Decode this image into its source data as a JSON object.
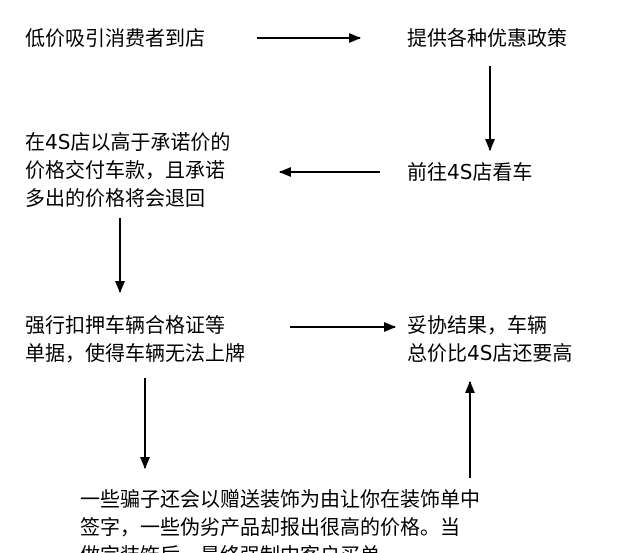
{
  "diagram": {
    "nodes": {
      "attract": {
        "lines": [
          "低价吸引消费者到店"
        ]
      },
      "offers": {
        "lines": [
          "提供各种优惠政策"
        ]
      },
      "visit": {
        "lines": [
          "前往4S店看车"
        ]
      },
      "overpay": {
        "lines": [
          "在4S店以高于承诺价的",
          "价格交付车款，且承诺",
          "多出的价格将会退回"
        ]
      },
      "detain": {
        "lines": [
          "强行扣押车辆合格证等",
          "单据，使得车辆无法上牌"
        ]
      },
      "compromise": {
        "lines": [
          "妥协结果，车辆",
          "总价比4S店还要高"
        ]
      },
      "decor": {
        "lines": [
          "一些骗子还会以赠送装饰为由让你在装饰单中",
          "签字，一些伪劣产品却报出很高的价格。当",
          "做完装饰后，最终强制中客户买单"
        ]
      }
    },
    "colors": {
      "ink": "#000000",
      "background": "#ffffff"
    }
  }
}
